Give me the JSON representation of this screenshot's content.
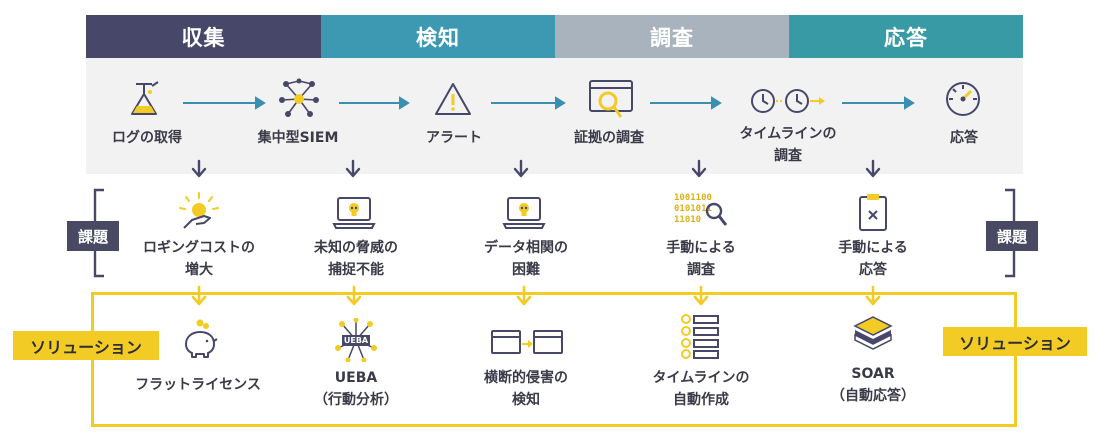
{
  "phases": [
    {
      "label": "収集",
      "color": "#47476a"
    },
    {
      "label": "検知",
      "color": "#3d98b2"
    },
    {
      "label": "調査",
      "color": "#a8b3be"
    },
    {
      "label": "応答",
      "color": "#389aa4"
    }
  ],
  "process": [
    {
      "icon": "flask-icon",
      "line1": "ログの取得",
      "line2": ""
    },
    {
      "icon": "network-icon",
      "line1": "集中型SIEM",
      "line2": ""
    },
    {
      "icon": "warning-icon",
      "line1": "アラート",
      "line2": ""
    },
    {
      "icon": "magnifier-window-icon",
      "line1": "証拠の調査",
      "line2": ""
    },
    {
      "icon": "clocks-icon",
      "line1": "タイムラインの",
      "line2": "調査"
    },
    {
      "icon": "gauge-icon",
      "line1": "応答",
      "line2": ""
    }
  ],
  "issues_tag": "課題",
  "issues": [
    {
      "icon": "coin-hand-icon",
      "line1": "ロギングコストの",
      "line2": "増大"
    },
    {
      "icon": "laptop-skull-icon",
      "line1": "未知の脅威の",
      "line2": "捕捉不能"
    },
    {
      "icon": "laptop-skull-icon",
      "line1": "データ相関の",
      "line2": "困難"
    },
    {
      "icon": "binary-search-icon",
      "line1": "手動による",
      "line2": "調査"
    },
    {
      "icon": "clipboard-icon",
      "line1": "手動による",
      "line2": "応答"
    }
  ],
  "binary_text": [
    "1001100",
    "0101011",
    "11010"
  ],
  "solutions_tag": "ソリューション",
  "solutions": [
    {
      "icon": "piggy-bank-icon",
      "line1": "フラットライセンス",
      "line2": ""
    },
    {
      "icon": "ueba-icon",
      "line1": "UEBA",
      "line2": "（行動分析）"
    },
    {
      "icon": "windows-link-icon",
      "line1": "横断的侵害の",
      "line2": "検知"
    },
    {
      "icon": "timeline-list-icon",
      "line1": "タイムラインの",
      "line2": "自動作成"
    },
    {
      "icon": "layers-icon",
      "line1": "SOAR",
      "line2": "（自動応答）"
    }
  ],
  "ueba_badge": "UEBA",
  "colors": {
    "accent_yellow": "#f2cc24",
    "navy": "#47476a",
    "teal": "#3d98b2",
    "arrow": "#3a8fb0"
  }
}
